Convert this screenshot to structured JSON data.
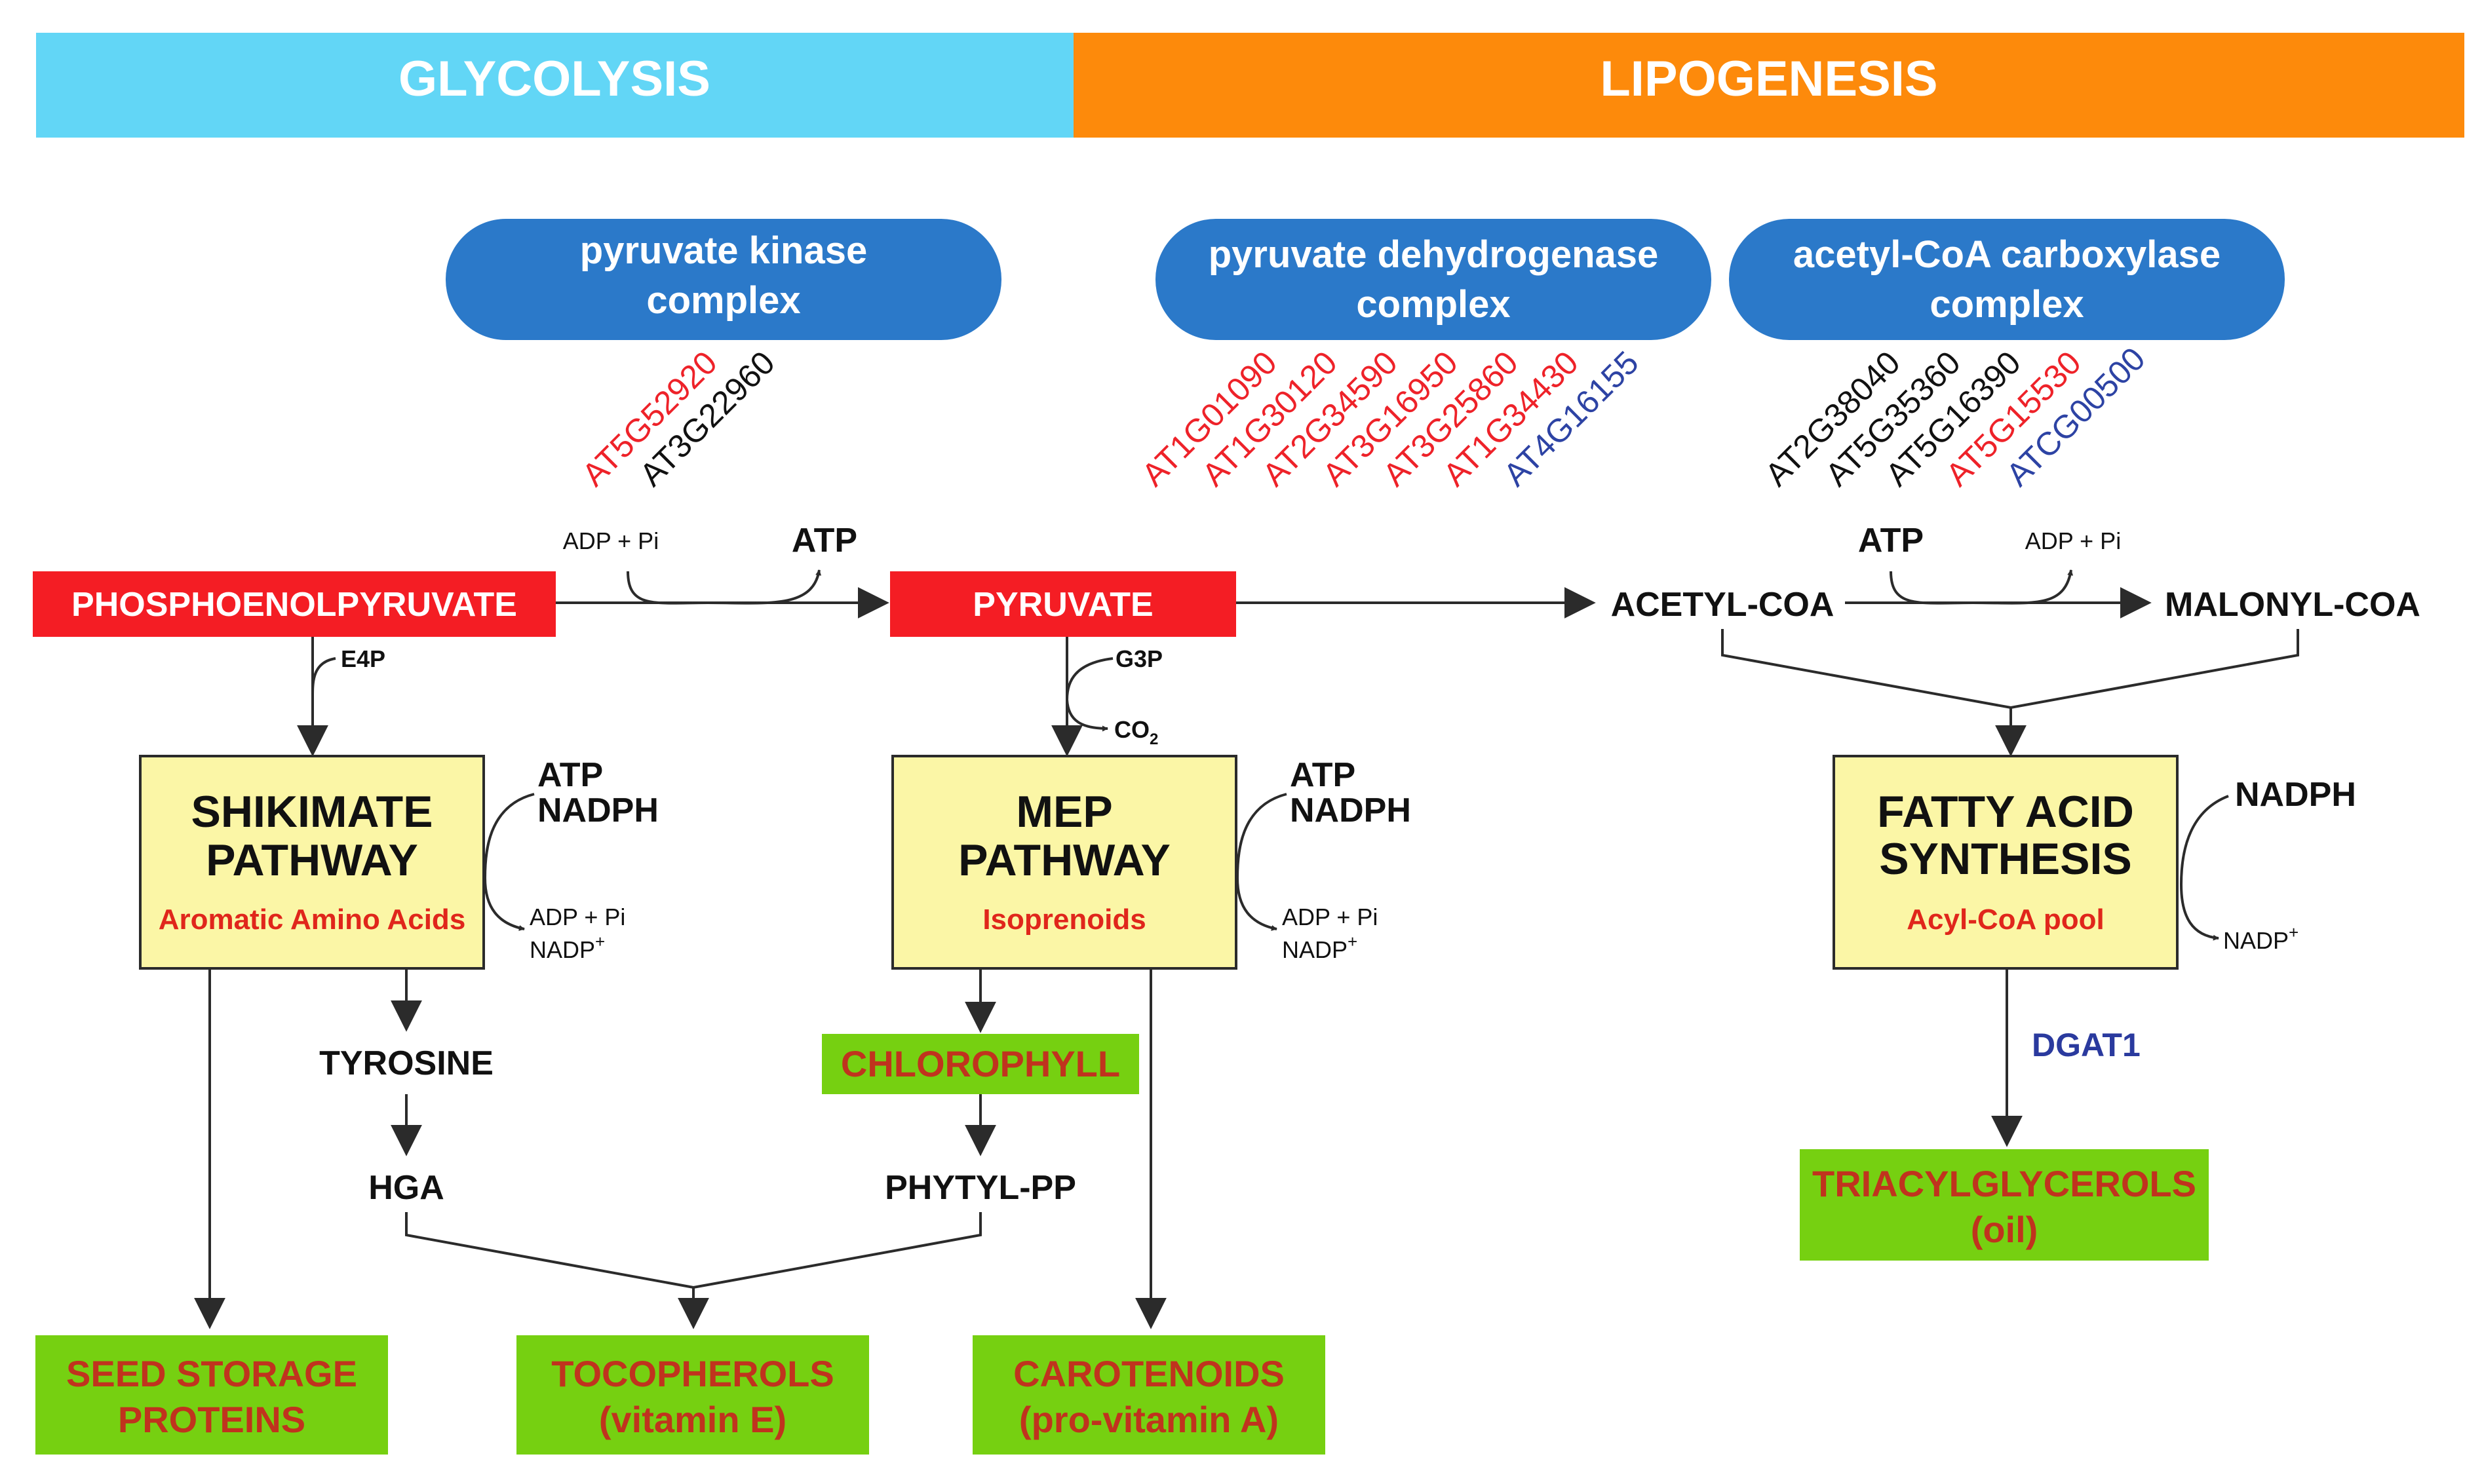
{
  "colors": {
    "glycolysis": "#62d6f6",
    "lipogenesis": "#fd8a0b",
    "enzyme": "#2b79c9",
    "red_box": "#f41d24",
    "yellow_box": "#fbf6a6",
    "green_box": "#76d011",
    "gene_red": "#ee2229",
    "gene_black": "#111111",
    "gene_blue": "#2d43a4"
  },
  "header": {
    "glycolysis": "GLYCOLYSIS",
    "lipogenesis": "LIPOGENESIS"
  },
  "enzymes": {
    "pk": {
      "line1": "pyruvate kinase",
      "line2": "complex"
    },
    "pdh": {
      "line1": "pyruvate dehydrogenase",
      "line2": "complex"
    },
    "acc": {
      "line1": "acetyl-CoA carboxylase",
      "line2": "complex"
    }
  },
  "genes": {
    "pk": [
      {
        "id": "AT5G52920",
        "color": "red"
      },
      {
        "id": "AT3G22960",
        "color": "black"
      }
    ],
    "pdh": [
      {
        "id": "AT1G01090",
        "color": "red"
      },
      {
        "id": "AT1G30120",
        "color": "red"
      },
      {
        "id": "AT2G34590",
        "color": "red"
      },
      {
        "id": "AT3G16950",
        "color": "red"
      },
      {
        "id": "AT3G25860",
        "color": "red"
      },
      {
        "id": "AT1G34430",
        "color": "red"
      },
      {
        "id": "AT4G16155",
        "color": "blue"
      }
    ],
    "acc": [
      {
        "id": "AT2G38040",
        "color": "black"
      },
      {
        "id": "AT5G35360",
        "color": "black"
      },
      {
        "id": "AT5G16390",
        "color": "black"
      },
      {
        "id": "AT5G15530",
        "color": "red"
      },
      {
        "id": "ATCG00500",
        "color": "blue"
      }
    ]
  },
  "metabolites": {
    "pep": "PHOSPHOENOLPYRUVATE",
    "pyruvate": "PYRUVATE",
    "acetyl_coa": "ACETYL-COA",
    "malonyl_coa": "MALONYL-COA",
    "tyrosine": "TYROSINE",
    "hga": "HGA",
    "phytyl_pp": "PHYTYL-PP"
  },
  "cofactors": {
    "adp_pi_1": "ADP + Pi",
    "atp_1": "ATP",
    "atp_2": "ATP",
    "adp_pi_2": "ADP + Pi",
    "e4p": "E4P",
    "g3p": "G3P",
    "co2": "CO",
    "co2_sub": "2",
    "shik_atp": "ATP",
    "shik_nadph": "NADPH",
    "shik_adp": "ADP + Pi",
    "shik_nadp": "NADP",
    "shik_nadp_sup": "+",
    "mep_atp": "ATP",
    "mep_nadph": "NADPH",
    "mep_adp": "ADP + Pi",
    "mep_nadp": "NADP",
    "mep_nadp_sup": "+",
    "fas_nadph": "NADPH",
    "fas_nadp": "NADP",
    "fas_nadp_sup": "+"
  },
  "pathways": {
    "shikimate": {
      "line1": "SHIKIMATE",
      "line2": "PATHWAY",
      "product": "Aromatic Amino Acids"
    },
    "mep": {
      "line1": "MEP",
      "line2": "PATHWAY",
      "product": "Isoprenoids"
    },
    "fas": {
      "line1": "FATTY ACID",
      "line2": "SYNTHESIS",
      "product": "Acyl-CoA pool"
    }
  },
  "outputs": {
    "chlorophyll": "CHLOROPHYLL",
    "seed": {
      "line1": "SEED STORAGE",
      "line2": "PROTEINS"
    },
    "toco": {
      "line1": "TOCOPHEROLS",
      "line2": "(vitamin E)"
    },
    "caro": {
      "line1": "CAROTENOIDS",
      "line2": "(pro-vitamin A)"
    },
    "tag": {
      "line1": "TRIACYLGLYCEROLS",
      "line2": "(oil)"
    }
  },
  "dgat1": "DGAT1"
}
